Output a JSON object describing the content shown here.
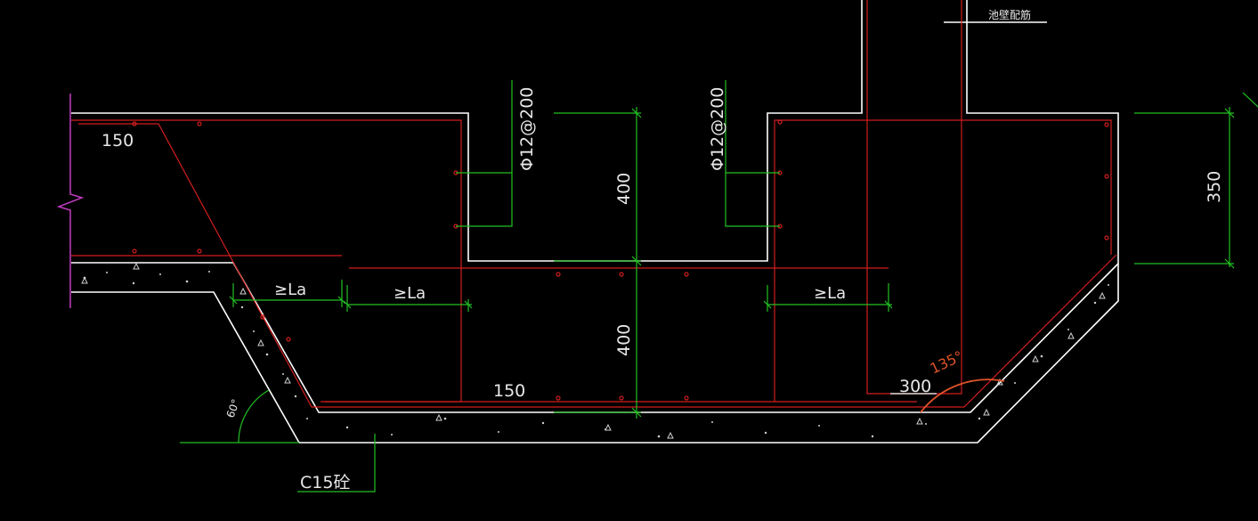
{
  "colors": {
    "background": "#000000",
    "outline": "#ffffff",
    "rebar": "#d21e1e",
    "dimension": "#22c022",
    "angle": "#e0542a",
    "break_line": "#c03cc0"
  },
  "labels": {
    "wall_rebar": "池壁配筋",
    "rebar_left": "Φ12@200",
    "rebar_right": "Φ12@200",
    "dim_150_top": "150",
    "dim_150_bottom": "150",
    "dim_400_upper": "400",
    "dim_400_lower": "400",
    "dim_350": "350",
    "dim_300": "300",
    "anchor_1": "≥La",
    "anchor_2": "≥La",
    "anchor_3": "≥La",
    "angle_135": "135°",
    "angle_60": "60°",
    "concrete": "C15砼"
  }
}
